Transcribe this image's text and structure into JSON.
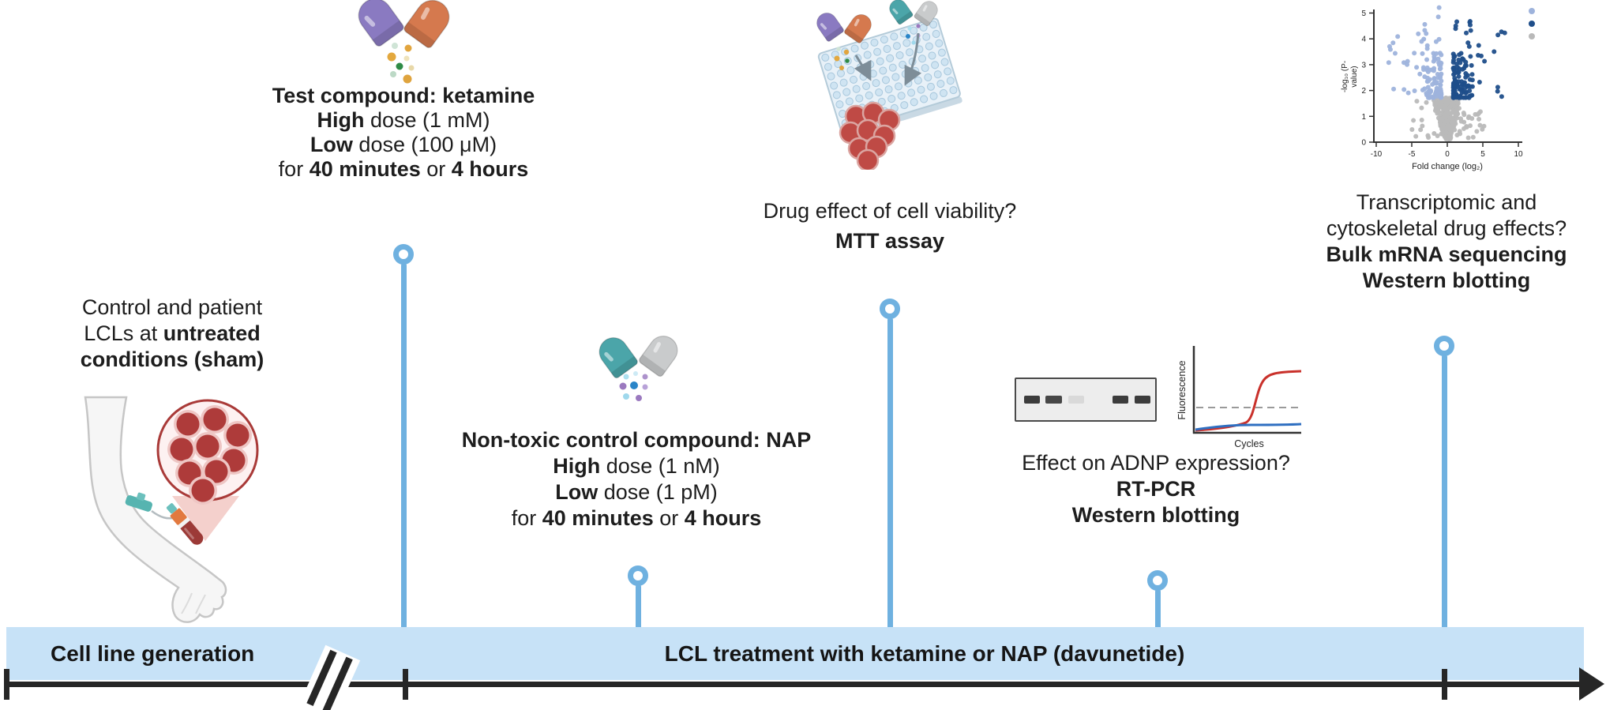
{
  "timeline": {
    "segments": [
      {
        "label": "Cell line generation"
      },
      {
        "label": "LCL treatment with ketamine or NAP (davunetide)"
      }
    ]
  },
  "callouts": {
    "sham": {
      "lines": [
        [
          {
            "t": "Control and patient",
            "b": false
          }
        ],
        [
          {
            "t": "LCLs at ",
            "b": false
          },
          {
            "t": "untreated",
            "b": true
          }
        ],
        [
          {
            "t": "conditions (sham)",
            "b": true
          }
        ]
      ]
    },
    "ketamine": {
      "lines": [
        [
          {
            "t": "Test compound: ketamine",
            "b": true
          }
        ],
        [
          {
            "t": "High",
            "b": true
          },
          {
            "t": " dose (1 mM)",
            "b": false
          }
        ],
        [
          {
            "t": "Low",
            "b": true
          },
          {
            "t": " dose (100 μM)",
            "b": false
          }
        ],
        [
          {
            "t": "for ",
            "b": false
          },
          {
            "t": "40 minutes",
            "b": true
          },
          {
            "t": " or ",
            "b": false
          },
          {
            "t": "4 hours",
            "b": true
          }
        ]
      ]
    },
    "nap": {
      "lines": [
        [
          {
            "t": "Non-toxic control compound: NAP",
            "b": true
          }
        ],
        [
          {
            "t": "High",
            "b": true
          },
          {
            "t": " dose (1 nM)",
            "b": false
          }
        ],
        [
          {
            "t": "Low",
            "b": true
          },
          {
            "t": " dose (1 pM)",
            "b": false
          }
        ],
        [
          {
            "t": "for ",
            "b": false
          },
          {
            "t": "40 minutes",
            "b": true
          },
          {
            "t": " or ",
            "b": false
          },
          {
            "t": "4 hours",
            "b": true
          }
        ]
      ]
    },
    "mtt": {
      "lines": [
        [
          {
            "t": "Drug effect of cell viability?",
            "b": false
          }
        ],
        [
          {
            "t": "MTT assay",
            "b": true
          }
        ]
      ]
    },
    "rtpcr": {
      "lines": [
        [
          {
            "t": "Effect on ADNP expression?",
            "b": false
          }
        ],
        [
          {
            "t": "RT-PCR",
            "b": true
          }
        ],
        [
          {
            "t": "Western blotting",
            "b": true
          }
        ]
      ]
    },
    "mrna": {
      "lines": [
        [
          {
            "t": "Transcriptomic and",
            "b": false
          }
        ],
        [
          {
            "t": "cytoskeletal drug effects?",
            "b": false
          }
        ],
        [
          {
            "t": "Bulk mRNA sequencing",
            "b": true
          }
        ],
        [
          {
            "t": "Western blotting",
            "b": true
          }
        ]
      ]
    }
  },
  "figures": {
    "volcano": {
      "type": "scatter",
      "xlabel": "Fold change (log₂)",
      "ylabel_lines": [
        "-log₁₀ (P-",
        "value)"
      ],
      "x_ticks": [
        -10,
        -5,
        0,
        5,
        10
      ],
      "y_ticks": [
        0,
        1,
        2,
        3,
        4,
        5
      ],
      "xlim": [
        -11,
        12
      ],
      "ylim": [
        0,
        5.5
      ],
      "significance_threshold": 1.7,
      "point_groups": [
        {
          "name": "downregulated-significant",
          "color": "#9eb3dc"
        },
        {
          "name": "upregulated-significant",
          "color": "#1f4e8a"
        },
        {
          "name": "non-significant",
          "color": "#b9b9b9"
        }
      ]
    },
    "qpcr": {
      "type": "line",
      "xlabel": "Cycles",
      "ylabel": "Fluorescence",
      "series": [
        {
          "name": "amplified-sample",
          "color": "#c9312b",
          "shape": "sigmoid"
        },
        {
          "name": "baseline-control",
          "color": "#2f6fc1",
          "shape": "flat"
        }
      ],
      "threshold_line": "dashed-gray"
    },
    "gel": {
      "type": "western-blot",
      "bands": [
        "dark",
        "dark",
        "faint",
        "dark",
        "dark"
      ]
    }
  },
  "palette": {
    "band_blue": "#c7e2f7",
    "connector_blue": "#6fb1e0",
    "arrow_black": "#262626",
    "text_dark": "#1d1d1d",
    "capsule_purple": "#8a7ac1",
    "capsule_orange": "#d5794e",
    "capsule_teal": "#4ba5a9",
    "capsule_gray": "#c9cbcc",
    "cell_red": "#b04240",
    "cell_red_light": "#eec6c4",
    "plate_blue": "#e8f1f8",
    "well_blue": "#cfe4f2",
    "volcano_light_blue": "#9eb3dc",
    "volcano_dark_blue": "#1f4e8a",
    "volcano_gray": "#b9b9b9",
    "qpcr_red": "#c9312b",
    "qpcr_blue": "#2f6fc1"
  }
}
